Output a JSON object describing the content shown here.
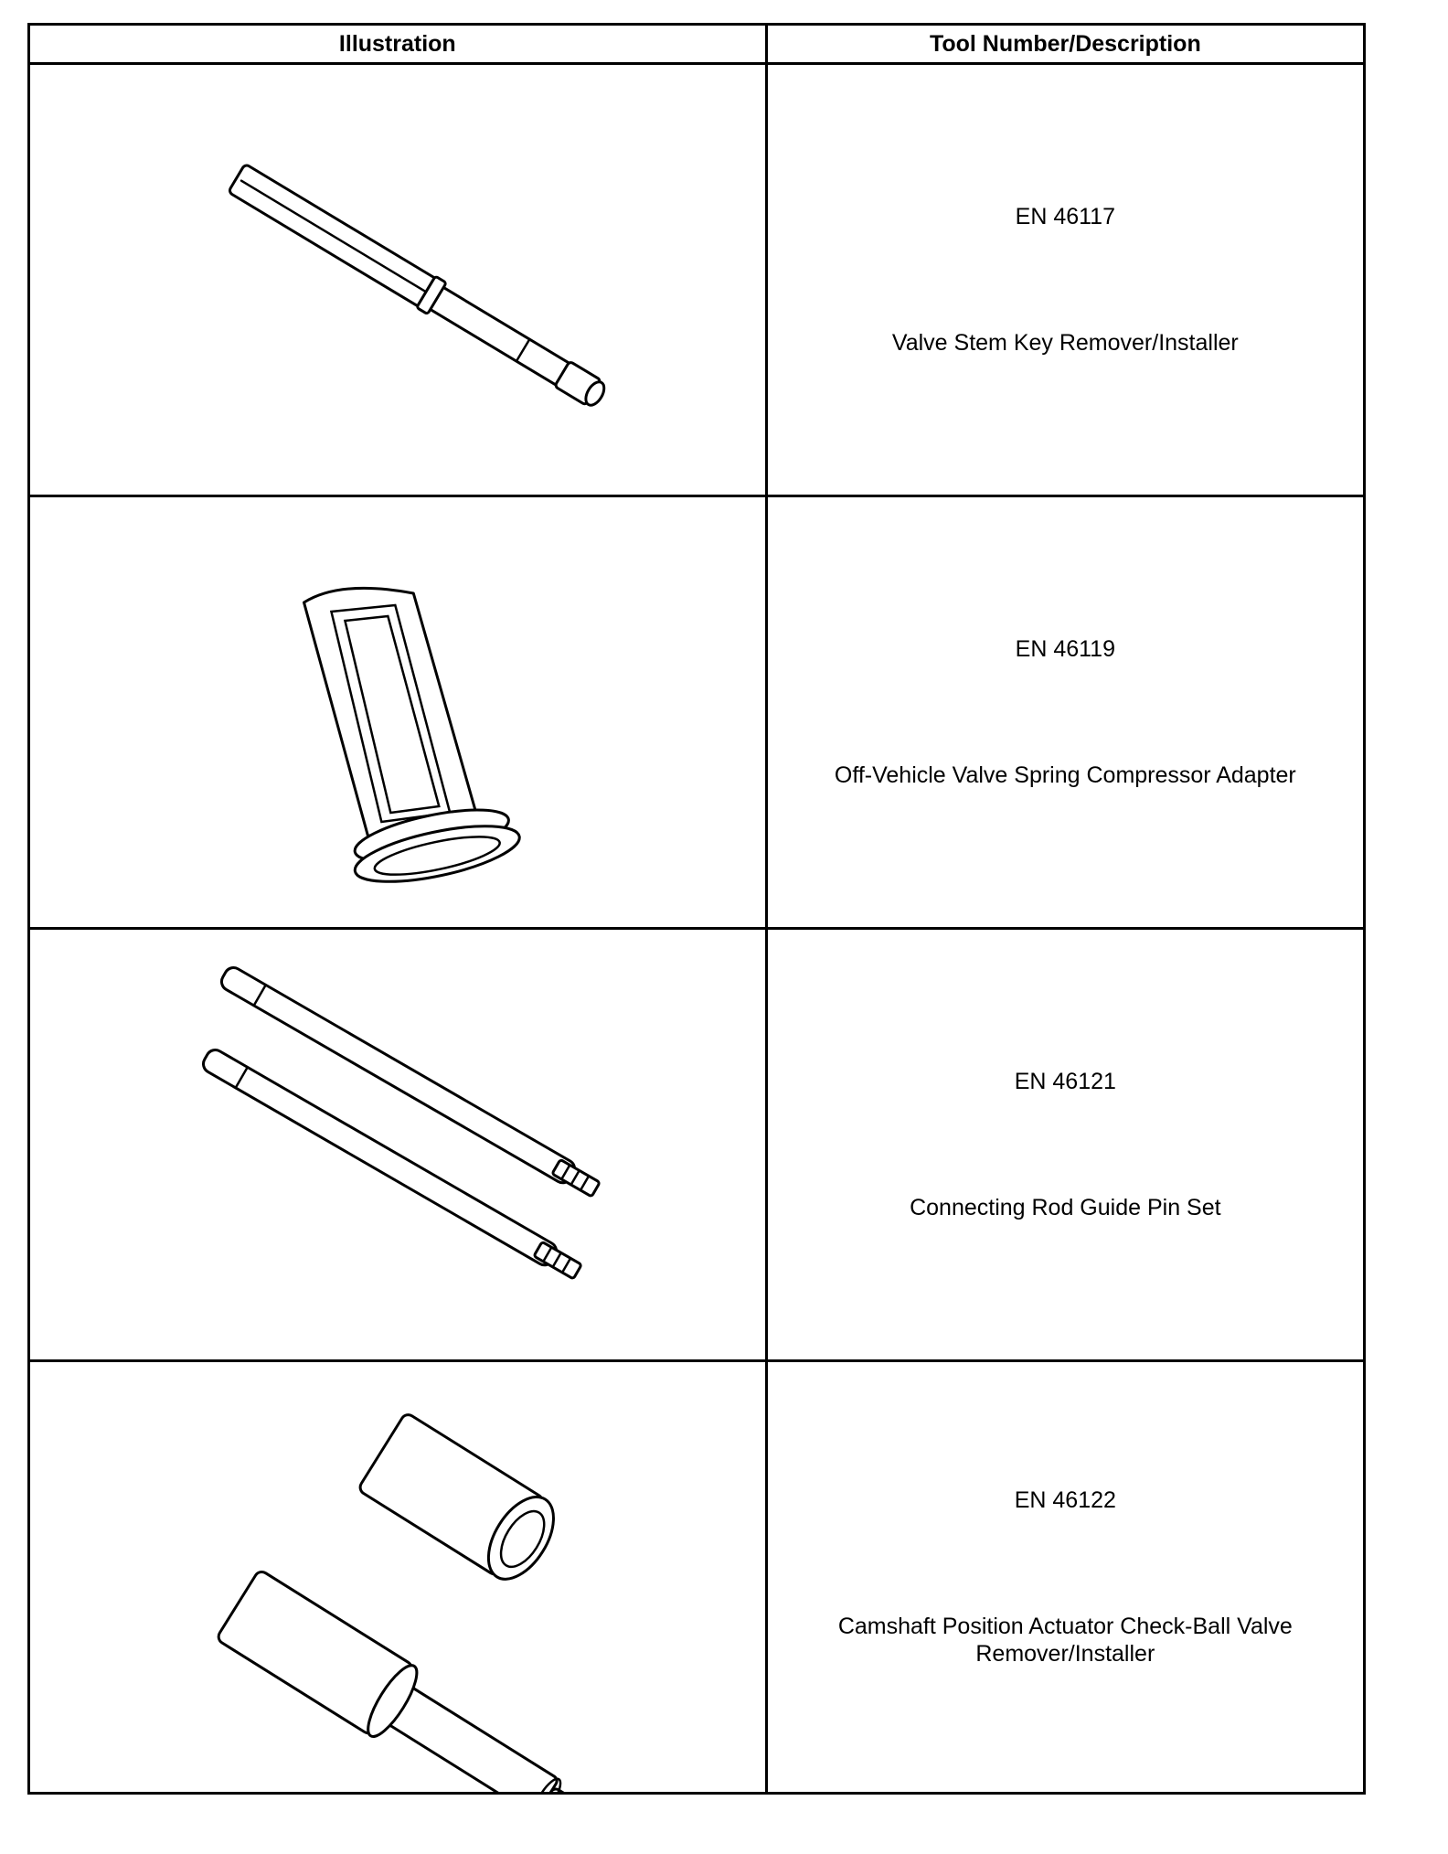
{
  "table": {
    "headers": [
      "Illustration",
      "Tool Number/Description"
    ],
    "rows": [
      {
        "tool_number": "EN 46117",
        "description": "Valve Stem Key Remover/Installer",
        "illustration_icon": "valve-stem-key-tool-icon"
      },
      {
        "tool_number": "EN 46119",
        "description": "Off-Vehicle Valve Spring Compressor Adapter",
        "illustration_icon": "spring-compressor-adapter-icon"
      },
      {
        "tool_number": "EN 46121",
        "description": "Connecting Rod Guide Pin Set",
        "illustration_icon": "guide-pin-set-icon"
      },
      {
        "tool_number": "EN 46122",
        "description": "Camshaft Position Actuator Check-Ball Valve Remover/Installer",
        "illustration_icon": "check-ball-valve-tool-icon"
      }
    ]
  }
}
